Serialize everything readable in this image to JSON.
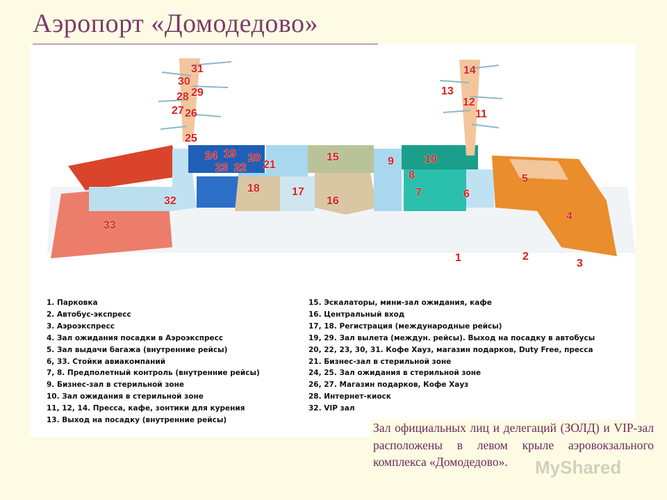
{
  "title": "Аэропорт «Домодедово»",
  "map": {
    "zone_labels": [
      "1",
      "2",
      "3",
      "4",
      "5",
      "6",
      "7",
      "8",
      "9",
      "10",
      "11",
      "12",
      "13",
      "14",
      "15",
      "16",
      "17",
      "18",
      "19",
      "20",
      "21",
      "22",
      "23",
      "24",
      "25",
      "26",
      "27",
      "28",
      "29",
      "30",
      "31",
      "32",
      "33"
    ],
    "colors": {
      "red": "#d9442b",
      "salmon": "#ec7d6b",
      "blue": "#1f5fb6",
      "lightblue": "#9fd3ec",
      "beige": "#d9c6a2",
      "olive": "#b9c39a",
      "teal": "#1fa89a",
      "orange": "#e98d2d",
      "peach": "#f3c59a",
      "label": "#d81f1f"
    }
  },
  "legend_left": [
    "1. Парковка",
    "2. Автобус-экспресс",
    "3. Аэроэкспресс",
    "4. Зал ожидания посадки в Аэроэкспресс",
    "5. Зал выдачи багажа (внутренние рейсы)",
    "6, 33. Стойки авиакомпаний",
    "7, 8. Предполетный контроль (внутренние рейсы)",
    "9. Бизнес-зал в стерильной зоне",
    "10. Зал ожидания в стерильной зоне",
    "11, 12, 14. Пресса, кафе, зонтики для курения",
    "13. Выход на посадку (внутренние рейсы)"
  ],
  "legend_right": [
    "15. Эскалаторы, мини-зал ожидания, кафе",
    "16. Центральный вход",
    "17, 18. Регистрация (международные рейсы)",
    "19, 29. Зал вылета (междун. рейсы). Выход на посадку в автобусы",
    "20, 22, 23, 30, 31. Кофе Хауз, магазин подарков, Duty Free, пресса",
    "21. Бизнес-зал в стерильной зоне",
    "24, 25. Зал ожидания в стерильной зоне",
    "26, 27. Магазин подарков, Кофе Хауз",
    "28. Интернет-киоск",
    "32. VIP зал"
  ],
  "note": "Зал официальных лиц и делегаций (ЗОЛД) и VIP-зал расположены в левом крыле аэровокзального комплекса «Домодедово».",
  "watermark": "MyShared"
}
